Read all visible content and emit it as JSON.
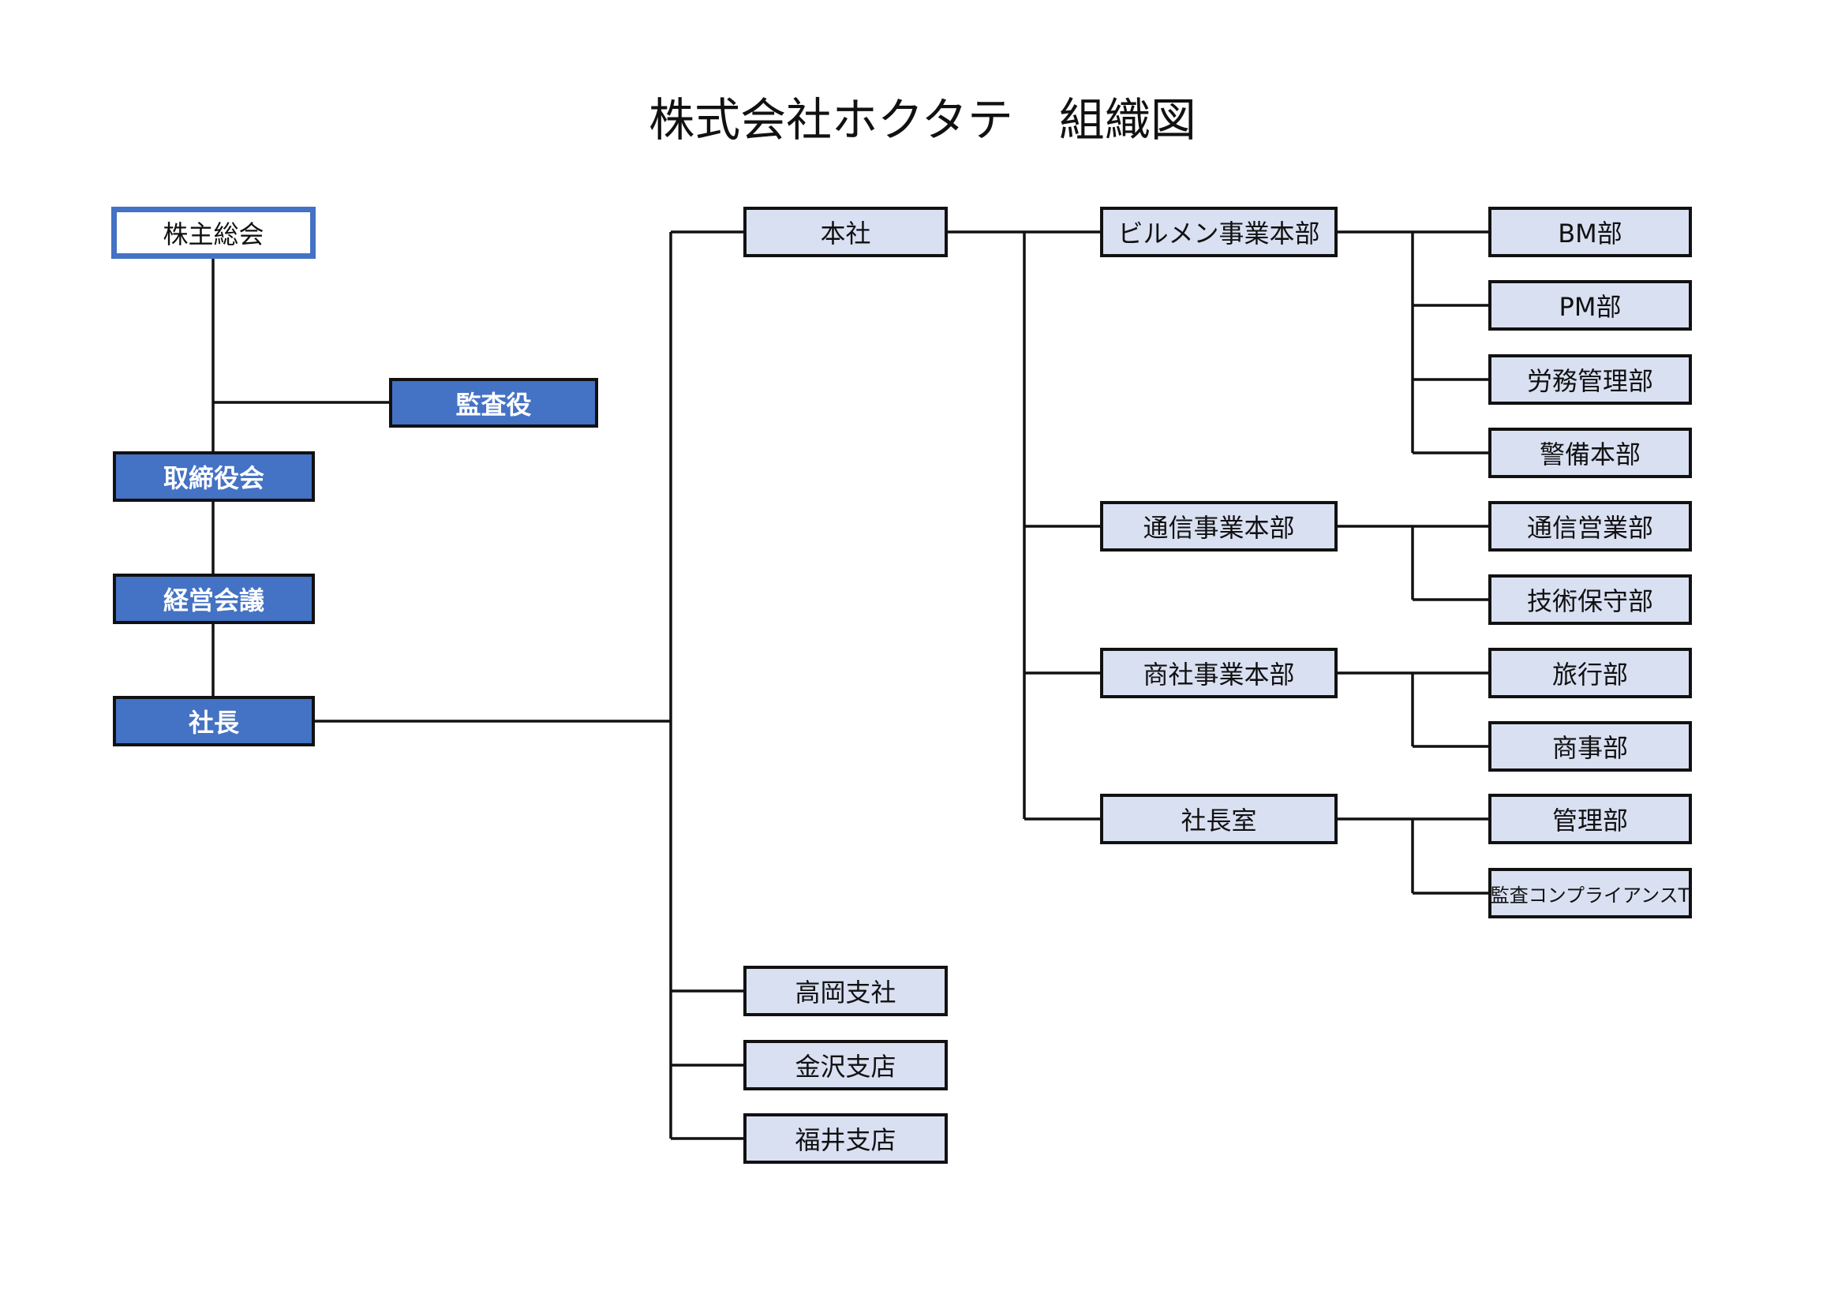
{
  "title": "株式会社ホクタテ　組織図",
  "colors": {
    "box_fill": "#d9e0f2",
    "exec_fill": "#4472c4",
    "exec_border": "#4472c4",
    "line": "#111111"
  },
  "nodes": {
    "shareholders": "株主総会",
    "auditor": "監査役",
    "board": "取締役会",
    "management_meeting": "経営会議",
    "president": "社長",
    "head_office": "本社",
    "takaoka_branch": "高岡支社",
    "kanazawa_branch": "金沢支店",
    "fukui_branch": "福井支店",
    "building_mgmt_hq": "ビルメン事業本部",
    "telecom_hq": "通信事業本部",
    "trading_hq": "商社事業本部",
    "president_office": "社長室",
    "bm_dept": "BM部",
    "pm_dept": "PM部",
    "labor_dept": "労務管理部",
    "security_dept": "警備本部",
    "telecom_sales_dept": "通信営業部",
    "tech_maintenance_dept": "技術保守部",
    "travel_dept": "旅行部",
    "trading_dept": "商事部",
    "admin_dept": "管理部",
    "audit_compliance_team": "監査コンプライアンスT"
  }
}
